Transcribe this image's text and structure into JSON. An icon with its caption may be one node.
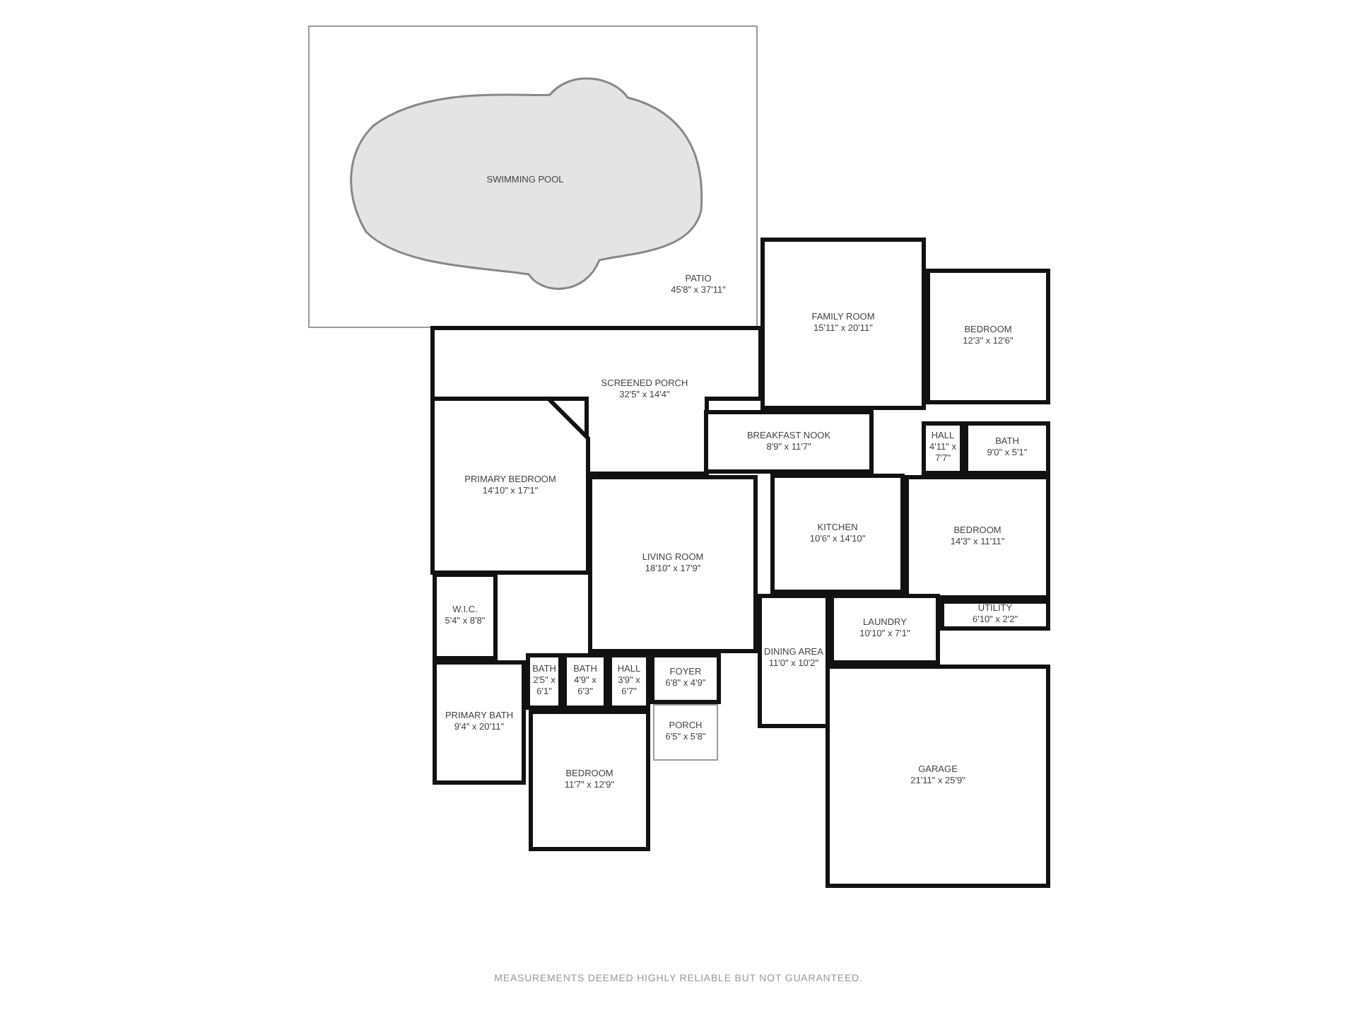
{
  "diagram": {
    "caption": "MEASUREMENTS DEEMED HIGHLY RELIABLE BUT NOT GUARANTEED.",
    "nodes": [
      {
        "text": [
          "PATIO",
          "45'8\" x 37'11\""
        ]
      },
      {
        "text": [
          "SWIMMING POOL"
        ],
        "in": 0
      },
      {
        "text": [
          "SCREENED PORCH",
          "32'5\" x 14'4\""
        ]
      },
      {
        "text": [
          "FAMILY ROOM",
          "15'11\" x 20'11\""
        ]
      },
      {
        "text": [
          "BEDROOM",
          "12'3\" x 12'6\""
        ]
      },
      {
        "text": [
          "BREAKFAST NOOK",
          "8'9\" x 11'7\""
        ]
      },
      {
        "text": [
          "HALL",
          "4'11\" x 7'7\""
        ]
      },
      {
        "text": [
          "BATH",
          "9'0\" x 5'1\""
        ]
      },
      {
        "text": [
          "PRIMARY BEDROOM",
          "14'10\" x 17'1\""
        ]
      },
      {
        "text": [
          "KITCHEN",
          "10'6\" x 14'10\""
        ]
      },
      {
        "text": [
          "BEDROOM",
          "14'3\" x 11'11\""
        ]
      },
      {
        "text": [
          "LIVING ROOM",
          "18'10\" x 17'9\""
        ]
      },
      {
        "text": [
          "W.I.C.",
          "5'4\" x 8'8\""
        ]
      },
      {
        "text": [
          "LAUNDRY",
          "10'10\" x 7'1\""
        ]
      },
      {
        "text": [
          "UTILITY",
          "6'10\" x 2'2\""
        ]
      },
      {
        "text": [
          "DINING AREA",
          "11'0\" x 10'2\""
        ]
      },
      {
        "text": [
          "BATH",
          "2'5\" x 6'1\""
        ]
      },
      {
        "text": [
          "BATH",
          "4'9\" x 6'3\""
        ]
      },
      {
        "text": [
          "HALL",
          "3'9\" x 6'7\""
        ]
      },
      {
        "text": [
          "FOYER",
          "6'8\" x 4'9\""
        ]
      },
      {
        "text": [
          "PRIMARY BATH",
          "9'4\" x 20'11\""
        ]
      },
      {
        "text": [
          "PORCH",
          "6'5\" x 5'8\""
        ]
      },
      {
        "text": [
          "BEDROOM",
          "11'7\" x 12'9\""
        ]
      },
      {
        "text": [
          "GARAGE",
          "21'11\" x 25'9\""
        ]
      }
    ],
    "edges": []
  }
}
